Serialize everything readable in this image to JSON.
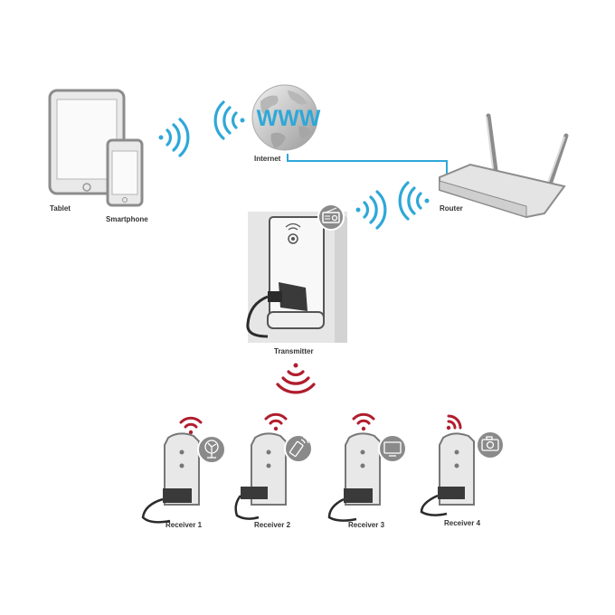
{
  "labels": {
    "tablet": "Tablet",
    "smartphone": "Smartphone",
    "internet": "Internet",
    "www": "WWW",
    "router": "Router",
    "transmitter": "Transmitter",
    "receivers": [
      "Receiver 1",
      "Receiver 2",
      "Receiver 3",
      "Receiver 4"
    ]
  },
  "icons": {
    "receiver_appliances": [
      "fan-icon",
      "remote-control-icon",
      "tv-icon",
      "camera-icon"
    ],
    "transmitter_appliance": "radio-icon"
  },
  "colors": {
    "wifi_blue": "#2ea8d8",
    "rf_red": "#b01e2e",
    "device_gray": "#c8c8c8",
    "icon_badge": "#8a8a8a"
  }
}
